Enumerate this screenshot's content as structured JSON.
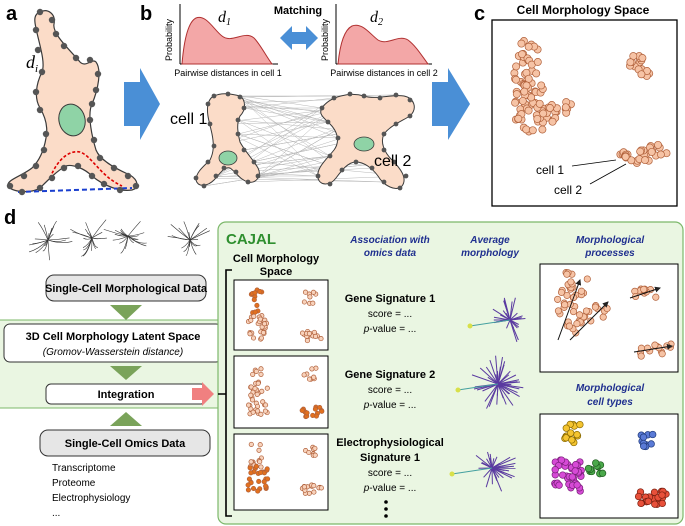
{
  "panels": {
    "a": "a",
    "b": "b",
    "c": "c",
    "d": "d"
  },
  "colors": {
    "cell_fill": "#fbdcc8",
    "cell_stroke": "#3a3a3a",
    "nucleus": "#8fd3a6",
    "arrow_blue": "#4a8fd6",
    "hist_fill": "#f3a7a7",
    "point_light": "#f6c3a5",
    "point_dark": "#e2701e",
    "cajal_green": "#eaf6e2",
    "cajal_border": "#7cb86a",
    "cajal_title": "#2f8f2f",
    "text_blue": "#1f2f8f",
    "flow_arrow": "#7aa35a",
    "pink_arrow": "#f08080"
  },
  "panel_a": {
    "cell_label": "d",
    "cell_subscript": "i"
  },
  "panel_b": {
    "hist1_label": "d",
    "hist1_sub": "1",
    "hist2_label": "d",
    "hist2_sub": "2",
    "matching": "Matching",
    "ylabel": "Probability",
    "xlabel1": "Pairwise distances in cell 1",
    "xlabel2": "Pairwise distances in cell 2",
    "cell1": "cell 1",
    "cell2": "cell 2"
  },
  "panel_c": {
    "title": "Cell Morphology Space",
    "cell1": "cell 1",
    "cell2": "cell 2"
  },
  "panel_d": {
    "morph_data": "Single-Cell Morphological Data",
    "latent1": "3D Cell Morphology Latent Space",
    "latent2": "(Gromov-Wasserstein distance)",
    "integration": "Integration",
    "omics": "Single-Cell Omics Data",
    "omics_list": [
      "Transcriptome",
      "Proteome",
      "Electrophysiology",
      "..."
    ],
    "cajal": "CAJAL",
    "cms1": "Cell Morphology",
    "cms2": "Space",
    "assoc1": "Association with",
    "assoc2": "omics data",
    "avg1": "Average",
    "avg2": "morphology",
    "proc1": "Morphological",
    "proc2": "processes",
    "types1": "Morphological",
    "types2": "cell types",
    "sig1": "Gene Signature 1",
    "sig2": "Gene Signature 2",
    "sig3a": "Electrophysiological",
    "sig3b": "Signature 1",
    "score": "score = ...",
    "pval_p": "p",
    "pval_rest": "-value = ..."
  }
}
